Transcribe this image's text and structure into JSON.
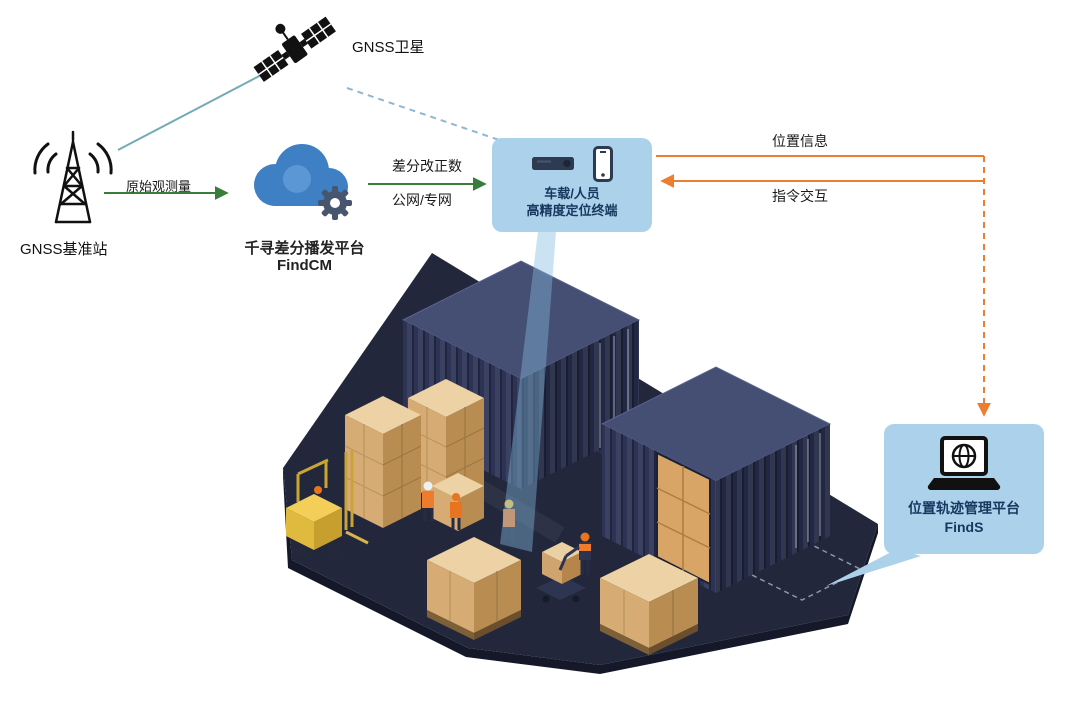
{
  "diagram": {
    "satellite": {
      "label": "GNSS卫星"
    },
    "base_station": {
      "label": "GNSS基准站"
    },
    "correction_platform": {
      "name": "千寻差分播发平台",
      "product": "FindCM"
    },
    "terminal": {
      "line1": "车载/人员",
      "line2": "高精度定位终端"
    },
    "management_platform": {
      "name": "位置轨迹管理平台",
      "product": "FindS"
    },
    "flows": {
      "raw_observation": "原始观测量",
      "correction_line1": "差分改正数",
      "correction_line2": "公网/专网",
      "position_info": "位置信息",
      "command_interaction": "指令交互"
    },
    "colors": {
      "green_arrow": "#3a7d3a",
      "orange_arrow": "#ed7d31",
      "teal_link": "#74aab8",
      "dashed_link": "#8fb8d0",
      "bubble_bg": "#abd2ea",
      "bubble_text": "#17375e",
      "scene_floor": "#23273c"
    }
  }
}
